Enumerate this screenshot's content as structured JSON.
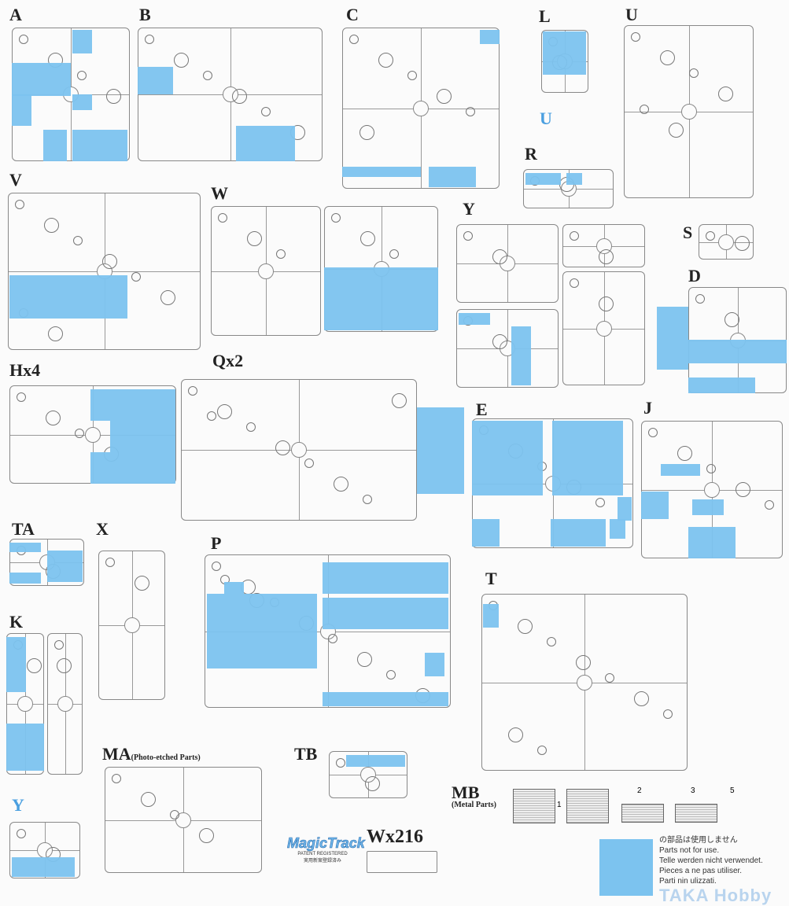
{
  "title": "Sprue parts layout",
  "sprues": [
    {
      "id": "A",
      "label": "A"
    },
    {
      "id": "B",
      "label": "B"
    },
    {
      "id": "C",
      "label": "C"
    },
    {
      "id": "L",
      "label": "L"
    },
    {
      "id": "U",
      "label": "U"
    },
    {
      "id": "Usmall",
      "label": "U"
    },
    {
      "id": "R",
      "label": "R"
    },
    {
      "id": "V",
      "label": "V"
    },
    {
      "id": "W",
      "label": "W"
    },
    {
      "id": "Y",
      "label": "Y"
    },
    {
      "id": "S",
      "label": "S"
    },
    {
      "id": "D",
      "label": "D"
    },
    {
      "id": "H",
      "label": "Hx4"
    },
    {
      "id": "Q",
      "label": "Qx2"
    },
    {
      "id": "E",
      "label": "E"
    },
    {
      "id": "J",
      "label": "J"
    },
    {
      "id": "TA",
      "label": "TA"
    },
    {
      "id": "X",
      "label": "X"
    },
    {
      "id": "P",
      "label": "P"
    },
    {
      "id": "T",
      "label": "T"
    },
    {
      "id": "K",
      "label": "K"
    },
    {
      "id": "MA",
      "label": "MA",
      "note": "(Photo-etched Parts)"
    },
    {
      "id": "TB",
      "label": "TB"
    },
    {
      "id": "MB",
      "label": "MB",
      "note": "(Metal Parts)"
    },
    {
      "id": "Yblue",
      "label": "Y"
    }
  ],
  "mb_parts": [
    "1",
    "2",
    "3",
    "5"
  ],
  "magic_track": {
    "logo": "MagicTrack",
    "patent": "PATENT REGISTERED",
    "patent_jp": "実用新案登録済み"
  },
  "track_count": "Wx216",
  "legend": {
    "color": "#7cc3ef",
    "lines": [
      "の部品は使用しません",
      "Parts not for use.",
      "Telle werden nicht verwendet.",
      "Pieces a ne pas utiliser.",
      "Parti nin ulizzati."
    ]
  },
  "watermark": "TAKA Hobby"
}
